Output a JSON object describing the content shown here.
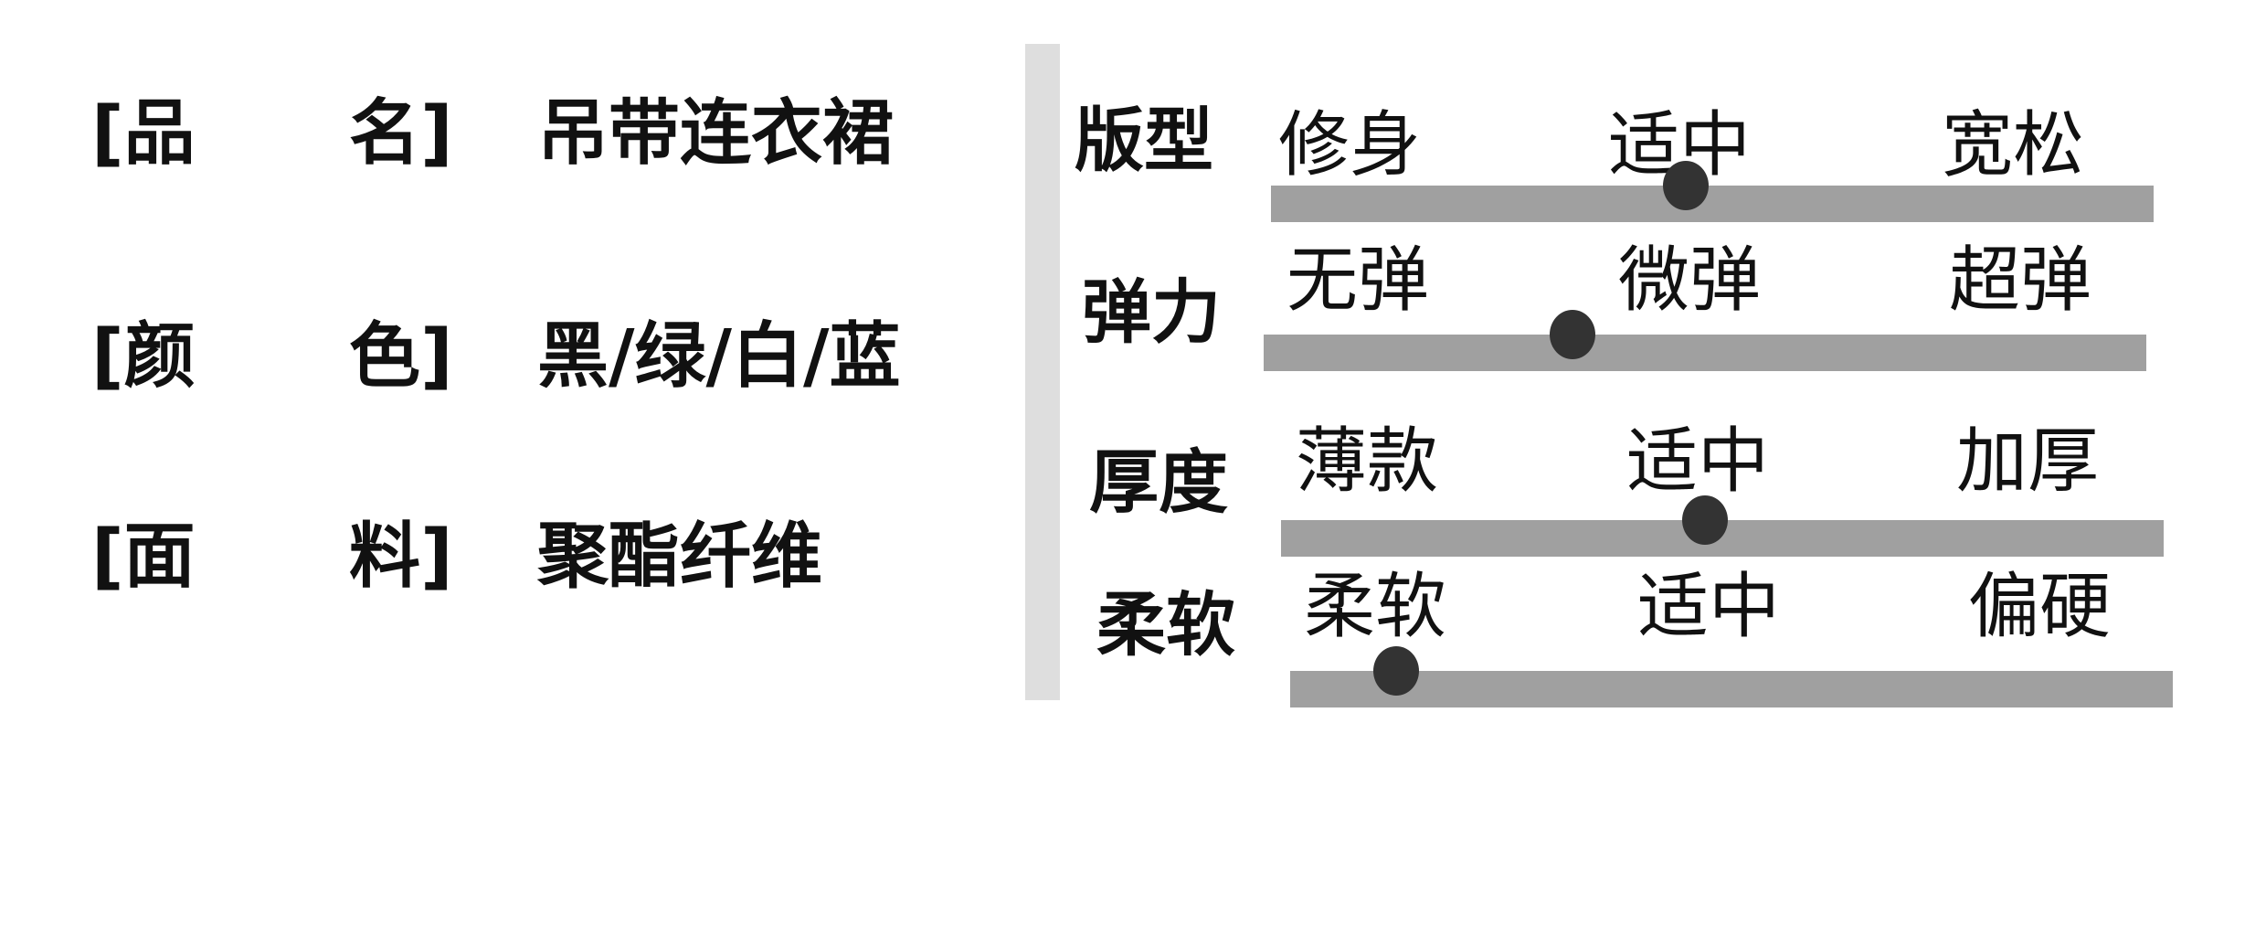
{
  "specs": [
    {
      "key_open": "[品",
      "key_close": "名]",
      "value": "吊带连衣裙"
    },
    {
      "key_open": "[颜",
      "key_close": "色]",
      "value": "黑/绿/白/蓝"
    },
    {
      "key_open": "[面",
      "key_close": "料]",
      "value": "聚酯纤维"
    }
  ],
  "attributes": [
    {
      "label": "版型",
      "options": [
        "修身",
        "适中",
        "宽松"
      ],
      "position": 0.47
    },
    {
      "label": "弹力",
      "options": [
        "无弹",
        "微弹",
        "超弹"
      ],
      "position": 0.35
    },
    {
      "label": "厚度",
      "options": [
        "薄款",
        "适中",
        "加厚"
      ],
      "position": 0.48
    },
    {
      "label": "柔软",
      "options": [
        "柔软",
        "适中",
        "偏硬"
      ],
      "position": 0.12
    }
  ],
  "colors": {
    "bar": "#a0a0a0",
    "dot": "#333333",
    "divider": "#dedede"
  }
}
